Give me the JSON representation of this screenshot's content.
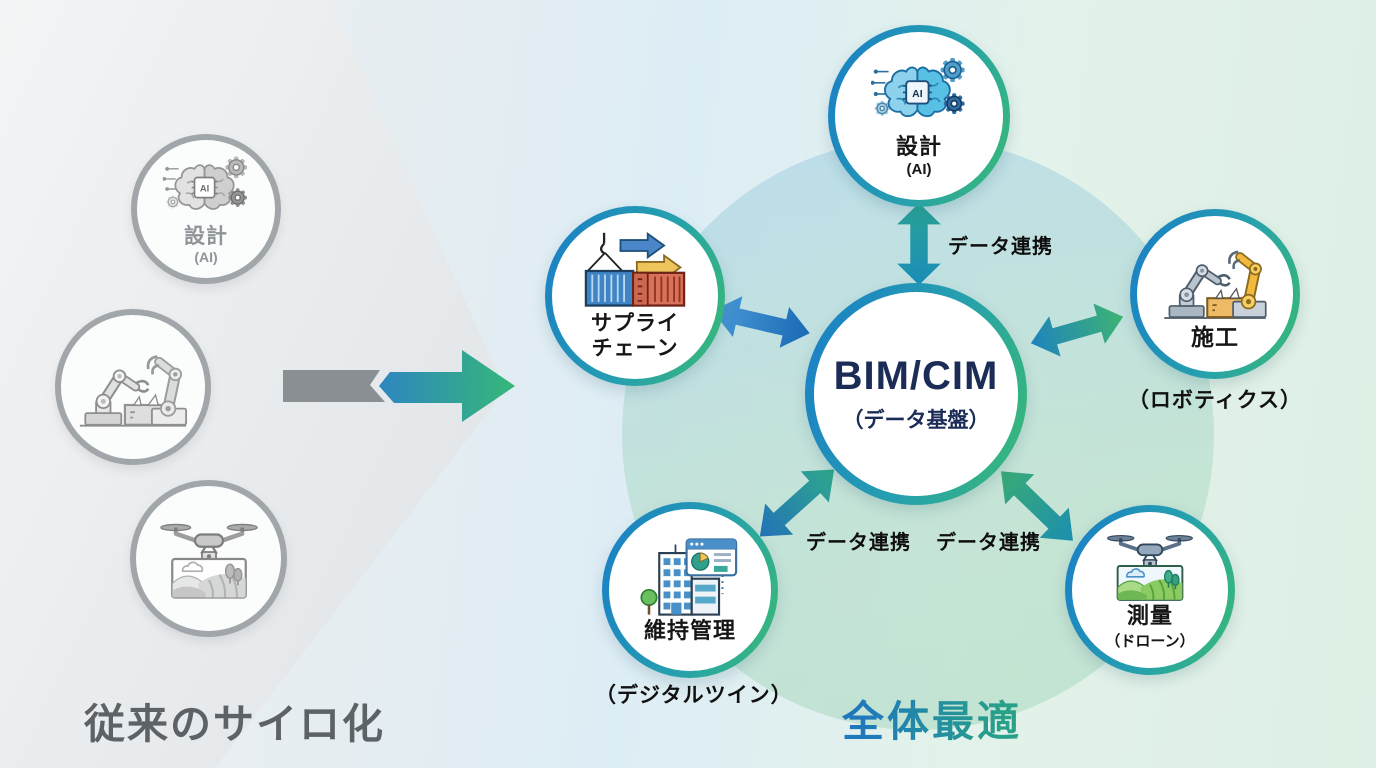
{
  "left_panel": {
    "caption": "従来のサイロ化",
    "nodes": [
      {
        "label": "設計",
        "sublabel": "(AI)",
        "icon": "ai-brain-gears-icon"
      },
      {
        "label": "",
        "icon": "robot-arms-icon"
      },
      {
        "label": "",
        "icon": "drone-field-icon"
      }
    ]
  },
  "transition": {
    "icon": "silo-to-integrated-arrow"
  },
  "right_panel": {
    "caption": "全体最適",
    "center": {
      "title": "BIM/CIM",
      "subtitle": "（データ基盤）"
    },
    "nodes": {
      "design": {
        "label": "設計",
        "sublabel": "(AI)",
        "icon": "ai-brain-gears-icon"
      },
      "supply": {
        "label_line1": "サプライ",
        "label_line2": "チェーン",
        "icon": "containers-crane-icon"
      },
      "construction": {
        "label": "施工",
        "sublabel": "（ロボティクス）",
        "icon": "robot-arms-icon"
      },
      "maintenance": {
        "label": "維持管理",
        "sublabel": "（デジタルツイン）",
        "icon": "building-dashboard-icon"
      },
      "survey": {
        "label": "測量",
        "sublabel": "（ドローン）",
        "icon": "drone-field-icon"
      }
    },
    "link_label_top": "データ連携",
    "link_label_bottom_left": "データ連携",
    "link_label_bottom_right": "データ連携"
  },
  "colors": {
    "accent_blue": "#1b82c4",
    "accent_green": "#38b878",
    "arrow_teal": "#1e9cbe",
    "hub_text_navy": "#1b2d57",
    "silo_caption_gray": "#5d6266"
  }
}
